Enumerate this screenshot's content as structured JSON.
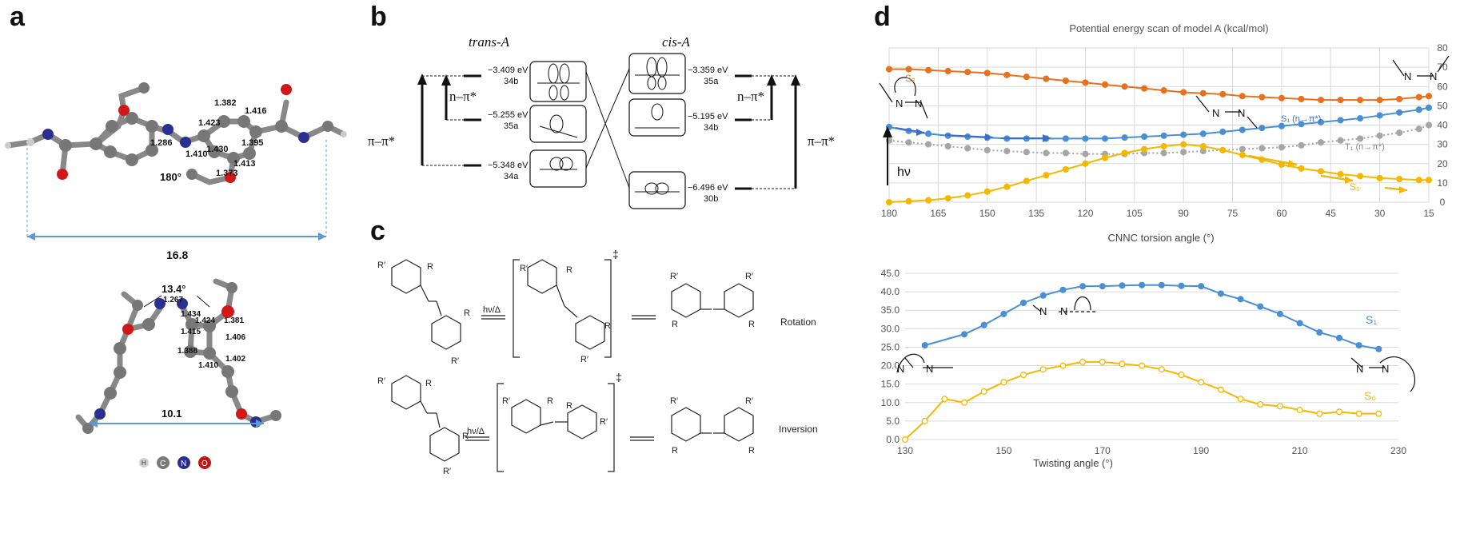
{
  "panels": {
    "a": "a",
    "b": "b",
    "c": "c",
    "d": "d"
  },
  "panel_a": {
    "top": {
      "bonds": [
        "1.382",
        "1.416",
        "1.423",
        "1.286",
        "1.430",
        "1.395",
        "1.410",
        "1.413",
        "1.373"
      ],
      "angle": "180°",
      "length": "16.8"
    },
    "bottom": {
      "angle": "13.4°",
      "bonds": [
        "1.267",
        "1.434",
        "1.424",
        "1.381",
        "1.415",
        "1.406",
        "1.388",
        "1.402",
        "1.410"
      ],
      "length": "10.1"
    },
    "legend": [
      "H",
      "C",
      "N",
      "O"
    ]
  },
  "panel_b": {
    "trans_label": "trans-A",
    "cis_label": "cis-A",
    "trans_levels": [
      {
        "energy": "−3.409 eV",
        "orbital": "34b"
      },
      {
        "energy": "−5.255 eV",
        "orbital": "35a"
      },
      {
        "energy": "−5.348 eV",
        "orbital": "34a"
      }
    ],
    "cis_levels": [
      {
        "energy": "−3.359 eV",
        "orbital": "35a"
      },
      {
        "energy": "−5.195 eV",
        "orbital": "34b"
      },
      {
        "energy": "−6.496 eV",
        "orbital": "30b"
      }
    ],
    "np_left": "n–π*",
    "pp_left": "π–π*",
    "np_right": "n–π*",
    "pp_right": "π–π*"
  },
  "panel_c": {
    "rotation": "Rotation",
    "inversion": "Inversion",
    "condition": "hν/Δ",
    "ts_mark": "‡",
    "r_prime": "R′",
    "r": "R"
  },
  "chart_data": [
    {
      "type": "line",
      "title": "Potential energy scan of model A (kcal/mol)",
      "xlabel": "CNNC torsion angle (°)",
      "ylabel": "",
      "x": [
        180,
        174,
        168,
        162,
        156,
        150,
        144,
        138,
        132,
        126,
        120,
        114,
        108,
        102,
        96,
        90,
        84,
        78,
        72,
        66,
        60,
        54,
        48,
        42,
        36,
        30,
        24,
        18,
        15
      ],
      "xlim": [
        180,
        15
      ],
      "xticks": [
        180,
        165,
        150,
        135,
        120,
        105,
        90,
        75,
        60,
        45,
        30,
        15
      ],
      "ylim": [
        0,
        80
      ],
      "yticks": [
        0,
        10,
        20,
        30,
        40,
        50,
        60,
        70,
        80
      ],
      "grid": true,
      "series": [
        {
          "name": "S₂",
          "color": "#e8711f",
          "style": "solid",
          "marker": "filled",
          "values": [
            69,
            69,
            68.5,
            68,
            67.5,
            67,
            66,
            65,
            64,
            63,
            62,
            61,
            60,
            59,
            58,
            57,
            56.5,
            56,
            55,
            54.5,
            54,
            53.5,
            53,
            53,
            53,
            53,
            53.5,
            54.5,
            55
          ]
        },
        {
          "name": "S₁ (n→π*)",
          "color": "#4a8fd4",
          "style": "solid",
          "marker": "filled",
          "values": [
            39,
            37,
            35.5,
            34.5,
            34,
            33.5,
            33,
            33,
            33,
            33,
            33,
            33,
            33.5,
            34,
            34.5,
            35,
            35.5,
            36.5,
            37.5,
            38.5,
            39.5,
            40.5,
            41.5,
            42.5,
            43.5,
            45,
            46.5,
            48,
            49
          ]
        },
        {
          "name": "T₁ (n→π*)",
          "color": "#a6a6a6",
          "style": "dotted",
          "marker": "filled",
          "values": [
            32,
            31,
            30,
            29,
            28,
            27,
            26.5,
            26,
            25.5,
            25.5,
            25,
            25,
            25,
            25.5,
            25.5,
            26,
            26.5,
            27,
            27.5,
            28,
            28.5,
            29.5,
            31,
            32,
            33,
            34.5,
            36,
            38,
            40
          ]
        },
        {
          "name": "S₀",
          "color": "#f5b800",
          "style": "solid",
          "marker": "filled",
          "values": [
            0,
            0.5,
            1,
            2,
            3.5,
            5.5,
            8,
            11,
            14,
            17,
            20,
            23,
            25.5,
            27.5,
            29,
            30,
            29,
            27,
            24.5,
            22,
            19.5,
            17.5,
            16,
            14.5,
            13.5,
            12.5,
            12,
            11.5,
            11.5
          ]
        }
      ],
      "annotations": [
        "hν"
      ]
    },
    {
      "type": "line",
      "title": "",
      "xlabel": "Twisting angle (°)",
      "ylabel": "",
      "x": [
        130,
        134,
        138,
        142,
        146,
        150,
        154,
        158,
        162,
        166,
        170,
        174,
        178,
        182,
        186,
        190,
        194,
        198,
        202,
        206,
        210,
        214,
        218,
        222,
        226,
        230
      ],
      "xlim": [
        130,
        230
      ],
      "xticks": [
        130,
        150,
        170,
        190,
        210,
        230
      ],
      "ylim": [
        0,
        45
      ],
      "yticks": [
        "0.0",
        "5.0",
        "10.0",
        "15.0",
        "20.0",
        "25.0",
        "30.0",
        "35.0",
        "40.0",
        "45.0"
      ],
      "grid": true,
      "series": [
        {
          "name": "S₁",
          "color": "#4a8fd4",
          "style": "solid",
          "marker": "filled",
          "values": [
            null,
            25.5,
            null,
            28.5,
            31,
            34,
            37,
            39,
            40.5,
            41.5,
            41.5,
            41.7,
            41.8,
            41.8,
            41.6,
            41.5,
            39.5,
            38,
            36,
            34,
            31.5,
            29,
            27.5,
            25.5,
            24.5,
            null
          ]
        },
        {
          "name": "S₀",
          "color": "#f5b800",
          "style": "solid",
          "marker": "open",
          "values": [
            0,
            5,
            11,
            10,
            13,
            15.5,
            17.5,
            19,
            20,
            21,
            21,
            20.5,
            20,
            19,
            17.5,
            15.5,
            13.5,
            11,
            9.5,
            9,
            8,
            7,
            7.5,
            7,
            7,
            null
          ]
        }
      ]
    }
  ]
}
